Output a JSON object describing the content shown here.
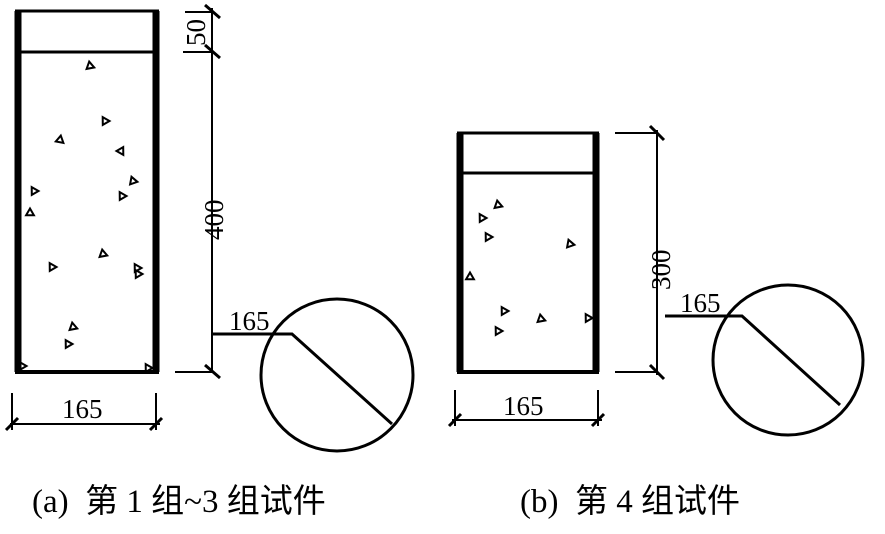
{
  "specimen_a": {
    "cap_height": "50",
    "height": "400",
    "width": "165",
    "diameter": "165",
    "caption": "(a)  第 1 组~3 组试件"
  },
  "specimen_b": {
    "height": "300",
    "width": "165",
    "diameter": "165",
    "caption": "(b)  第 4 组试件"
  }
}
